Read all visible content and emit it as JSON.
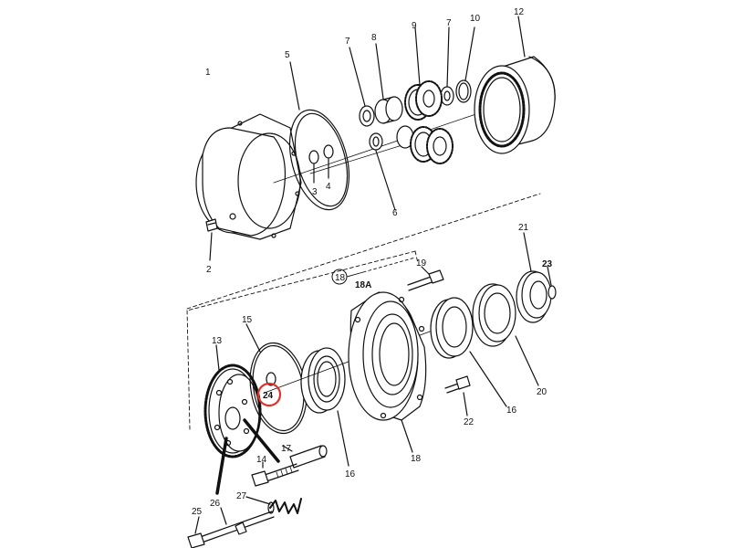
{
  "part_labels": {
    "p1": "1",
    "p2": "2",
    "p3": "3",
    "p4": "4",
    "p5": "5",
    "p6": "6",
    "p7a": "7",
    "p7b": "7",
    "p8": "8",
    "p9": "9",
    "p10": "10",
    "p12": "12",
    "p13": "13",
    "p14": "14",
    "p15": "15",
    "p16a": "16",
    "p16b": "16",
    "p17": "17",
    "p18": "18",
    "p18circ": "18",
    "p18A": "18A",
    "p19": "19",
    "p20": "20",
    "p21": "21",
    "p22": "22",
    "p23": "23",
    "p24": "24",
    "p25": "25",
    "p26": "26",
    "p27": "27"
  },
  "highlight": {
    "part": "24",
    "color": "#e0302a"
  },
  "colors": {
    "ink": "#111111",
    "hatch": "#333333",
    "highlight": "#e0302a"
  }
}
